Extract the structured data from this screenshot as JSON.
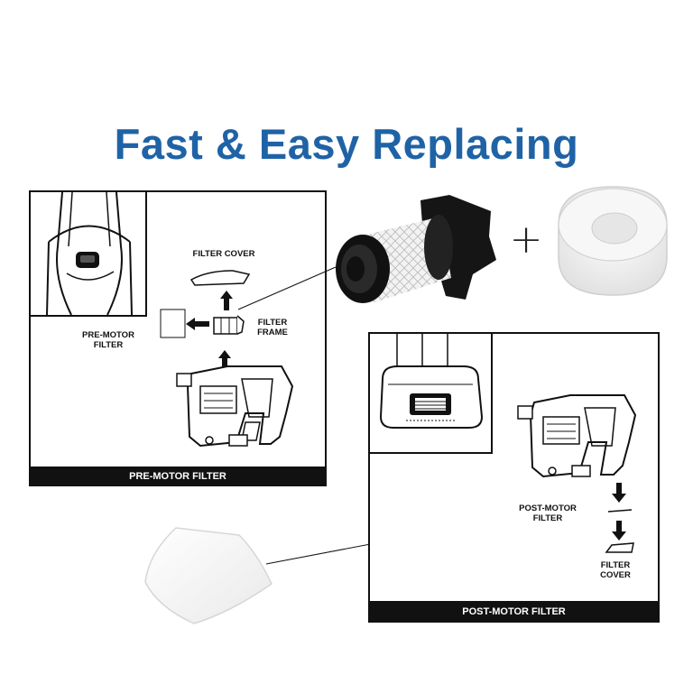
{
  "title": "Fast & Easy Replacing",
  "plus": "+",
  "pre_panel": {
    "label_filter_cover": "FILTER COVER",
    "label_pre_motor": [
      "PRE-MOTOR",
      "FILTER"
    ],
    "label_filter_frame": [
      "FILTER",
      "FRAME"
    ],
    "footer": "PRE-MOTOR FILTER"
  },
  "post_panel": {
    "label_post_motor": [
      "POST-MOTOR",
      "FILTER"
    ],
    "label_filter_cover": [
      "FILTER",
      "COVER"
    ],
    "footer": "POST-MOTOR FILTER"
  }
}
